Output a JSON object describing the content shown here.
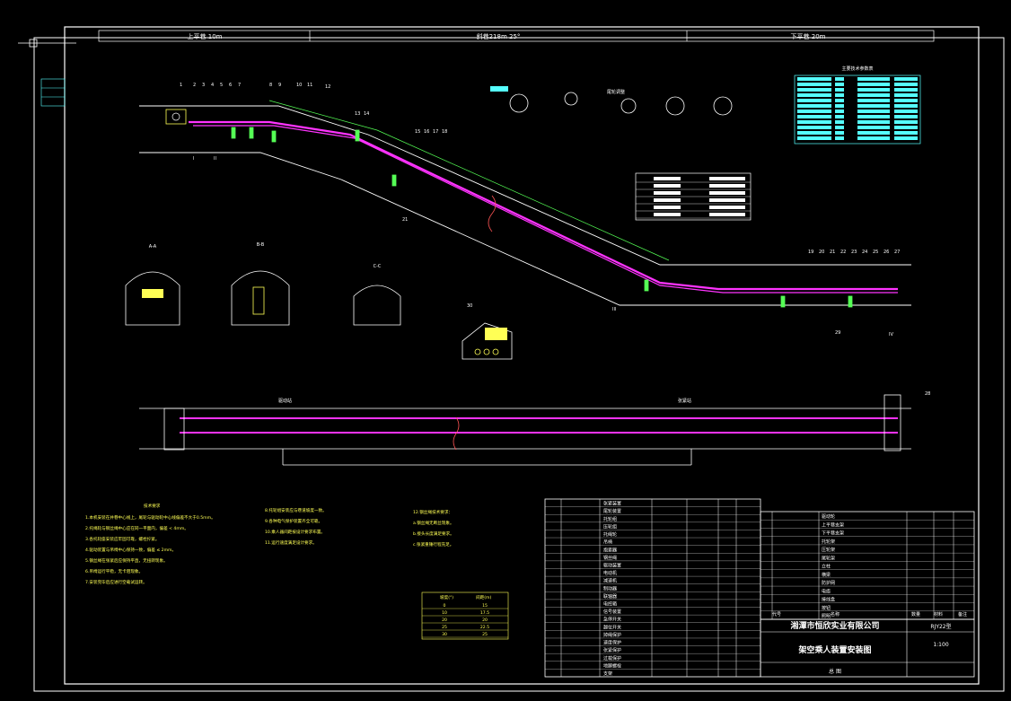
{
  "drawing": {
    "top_segments": [
      {
        "label": "上平巷  10m"
      },
      {
        "label": "斜巷218m  25°"
      },
      {
        "label": "下平巷  20m"
      }
    ],
    "station_numbers_left": [
      "1",
      "2",
      "3",
      "4",
      "5",
      "6",
      "7"
    ],
    "station_numbers_mid": [
      "8",
      "9",
      "10",
      "11",
      "12"
    ],
    "station_numbers_slope": [
      "13",
      "14"
    ],
    "station_numbers_slope2": [
      "15",
      "16",
      "17",
      "18"
    ],
    "station_numbers_right": [
      "19",
      "20",
      "21",
      "22",
      "23",
      "24",
      "25",
      "26",
      "27"
    ],
    "section_labels": [
      "A-A",
      "B-B",
      "C-C"
    ],
    "roman_markers": [
      "I",
      "II",
      "III",
      "IV"
    ],
    "plan_labels": [
      "驱动站",
      "张紧站"
    ],
    "callouts": [
      "21",
      "29",
      "30",
      "28"
    ],
    "legend_title": "主要技术参数表",
    "parts_title": "尾轮调整",
    "notes_title": "技术要求",
    "notes_col1": [
      "1.本机安装在井巷中心线上，尾轮与驱动轮中心线偏差不大于0.5mm。",
      "2.托绳轮与钢丝绳中心应在同一平面内，偏差 < 4mm。",
      "3.各托轮座安装应牢固可靠，螺栓拧紧。",
      "4.驱动装置与吊椅中心保持一致，偏差 ≤ 2mm。",
      "5.钢丝绳在张紧后应保持平直，无扭转现象。",
      "6.吊椅运行平稳，无卡阻现象。",
      "7.安装完毕后应进行空载试运转。"
    ],
    "notes_col2": [
      "8.托轮组安装应与巷道坡度一致。",
      "9.各种电气保护装置齐全可靠。",
      "10.乘人器间距按设计要求布置。",
      "11.运行速度满足设计要求。"
    ],
    "notes_col3": [
      "12.钢丝绳技术要求：",
      "a.钢丝绳无断丝现象。",
      "b.接头长度满足要求。",
      "c.张紧重锤行程充足。"
    ],
    "spec_table_header": [
      "坡度(°)",
      "间距(m)"
    ],
    "spec_table_rows": [
      [
        "0",
        "15"
      ],
      [
        "10",
        "17.5"
      ],
      [
        "20",
        "20"
      ],
      [
        "25",
        "22.5"
      ],
      [
        "30",
        "25"
      ]
    ],
    "title_block": {
      "company": "湘潭市恒欣实业有限公司",
      "model": "RJY22型",
      "drawing_name": "架空乘人装置安装图",
      "scale": "1:100",
      "sheet": "总 图",
      "table_headers": [
        "代号",
        "名称",
        "数量",
        "材料",
        "备注"
      ]
    },
    "bom_left": [
      "张紧装置",
      "尾轮装置",
      "托轮组",
      "压轮组",
      "托绳轮",
      "吊椅",
      "抱索器",
      "钢丝绳",
      "驱动装置",
      "电动机",
      "减速机",
      "制动器",
      "联轴器",
      "电控箱",
      "信号装置",
      "急停开关",
      "越位开关",
      "掉绳保护",
      "速度保护",
      "张紧保护",
      "过载保护",
      "地脚螺栓",
      "支架"
    ],
    "bom_right": [
      "驱动轮",
      "上平巷支架",
      "下平巷支架",
      "托轮架",
      "压轮架",
      "尾轮架",
      "立柱",
      "横梁",
      "防护网",
      "电缆",
      "接线盒",
      "按钮",
      "照明"
    ]
  }
}
